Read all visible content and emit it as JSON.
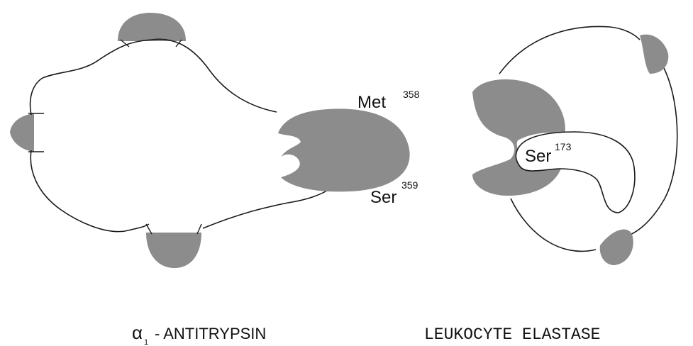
{
  "colors": {
    "domain_fill": "#8c8c8c",
    "outline": "#1a1a1a",
    "background": "#ffffff"
  },
  "antitrypsin": {
    "caption_symbol": "α",
    "caption_subscript": "1",
    "caption_text": "- ANTITRYPSIN",
    "residue_top_name": "Met",
    "residue_top_number": "358",
    "residue_bottom_name": "Ser",
    "residue_bottom_number": "359"
  },
  "elastase": {
    "caption": "LEUKOCYTE ELASTASE",
    "active_site_name": "Ser",
    "active_site_number": "173"
  }
}
